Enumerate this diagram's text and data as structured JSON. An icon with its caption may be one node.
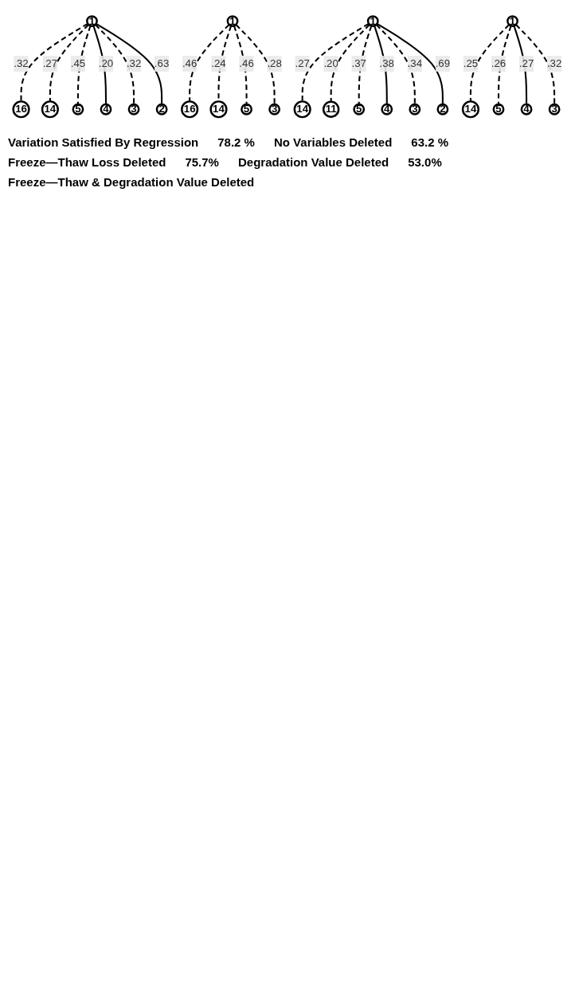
{
  "diagram": {
    "nodes": [
      {
        "text": [
          "1"
        ]
      },
      {
        "text": [
          "16"
        ]
      },
      {
        "text": [
          "14"
        ]
      },
      {
        "text": [
          "5"
        ]
      },
      {
        "text": [
          "4"
        ]
      },
      {
        "text": [
          "3"
        ]
      },
      {
        "text": [
          "2"
        ]
      },
      {
        "text": [
          "1"
        ]
      },
      {
        "text": [
          "16"
        ]
      },
      {
        "text": [
          "14"
        ]
      },
      {
        "text": [
          "5"
        ]
      },
      {
        "text": [
          "3"
        ]
      },
      {
        "text": [
          "1"
        ]
      },
      {
        "text": [
          "14"
        ]
      },
      {
        "text": [
          "11"
        ]
      },
      {
        "text": [
          "5"
        ]
      },
      {
        "text": [
          "4"
        ]
      },
      {
        "text": [
          "3"
        ]
      },
      {
        "text": [
          "2"
        ]
      },
      {
        "text": [
          "1"
        ]
      },
      {
        "text": [
          "14"
        ]
      },
      {
        "text": [
          "5"
        ]
      },
      {
        "text": [
          "4"
        ]
      },
      {
        "text": [
          "3"
        ]
      }
    ],
    "edges": [
      {
        "from": 0,
        "to": 1,
        "arrow": "none",
        "label": ".32",
        "style": "dashed"
      },
      {
        "from": 0,
        "to": 2,
        "arrow": "none",
        "label": ".27",
        "style": "dashed"
      },
      {
        "from": 0,
        "to": 3,
        "arrow": "none",
        "label": ".45",
        "style": "dashed"
      },
      {
        "from": 0,
        "to": 4,
        "arrow": "none",
        "label": ".20"
      },
      {
        "from": 0,
        "to": 5,
        "arrow": "none",
        "label": ".32",
        "style": "dashed"
      },
      {
        "from": 0,
        "to": 6,
        "arrow": "none",
        "label": ".63"
      },
      {
        "from": 7,
        "to": 8,
        "arrow": "none",
        "label": ".46",
        "style": "dashed"
      },
      {
        "from": 7,
        "to": 9,
        "arrow": "none",
        "label": ".24",
        "style": "dashed"
      },
      {
        "from": 7,
        "to": 10,
        "arrow": "none",
        "label": ".46",
        "style": "dashed"
      },
      {
        "from": 7,
        "to": 11,
        "arrow": "none",
        "label": ".28",
        "style": "dashed"
      },
      {
        "from": 12,
        "to": 13,
        "arrow": "none",
        "label": ".27",
        "style": "dashed"
      },
      {
        "from": 12,
        "to": 14,
        "arrow": "none",
        "label": ".20",
        "style": "dashed"
      },
      {
        "from": 12,
        "to": 15,
        "arrow": "none",
        "label": ".37",
        "style": "dashed"
      },
      {
        "from": 12,
        "to": 16,
        "arrow": "none",
        "label": ".38"
      },
      {
        "from": 12,
        "to": 17,
        "arrow": "none",
        "label": ".34",
        "style": "dashed"
      },
      {
        "from": 12,
        "to": 18,
        "arrow": "none",
        "label": ".69"
      },
      {
        "from": 19,
        "to": 20,
        "arrow": "none",
        "label": ".25",
        "style": "dashed"
      },
      {
        "from": 19,
        "to": 21,
        "arrow": "none",
        "label": ".26",
        "style": "dashed"
      },
      {
        "from": 19,
        "to": 22,
        "arrow": "none",
        "label": ".27"
      },
      {
        "from": 19,
        "to": 23,
        "arrow": "none",
        "label": ".32",
        "style": "dashed"
      }
    ],
    "labels": [
      "Variation Satisfied By Regression",
      "78.2 %",
      "No Variables Deleted",
      "63.2 %",
      "Freeze—Thaw Loss Deleted",
      "75.7%",
      "Degradation Value Deleted",
      "53.0%",
      "Freeze—Thaw & Degradation Value Deleted"
    ]
  }
}
